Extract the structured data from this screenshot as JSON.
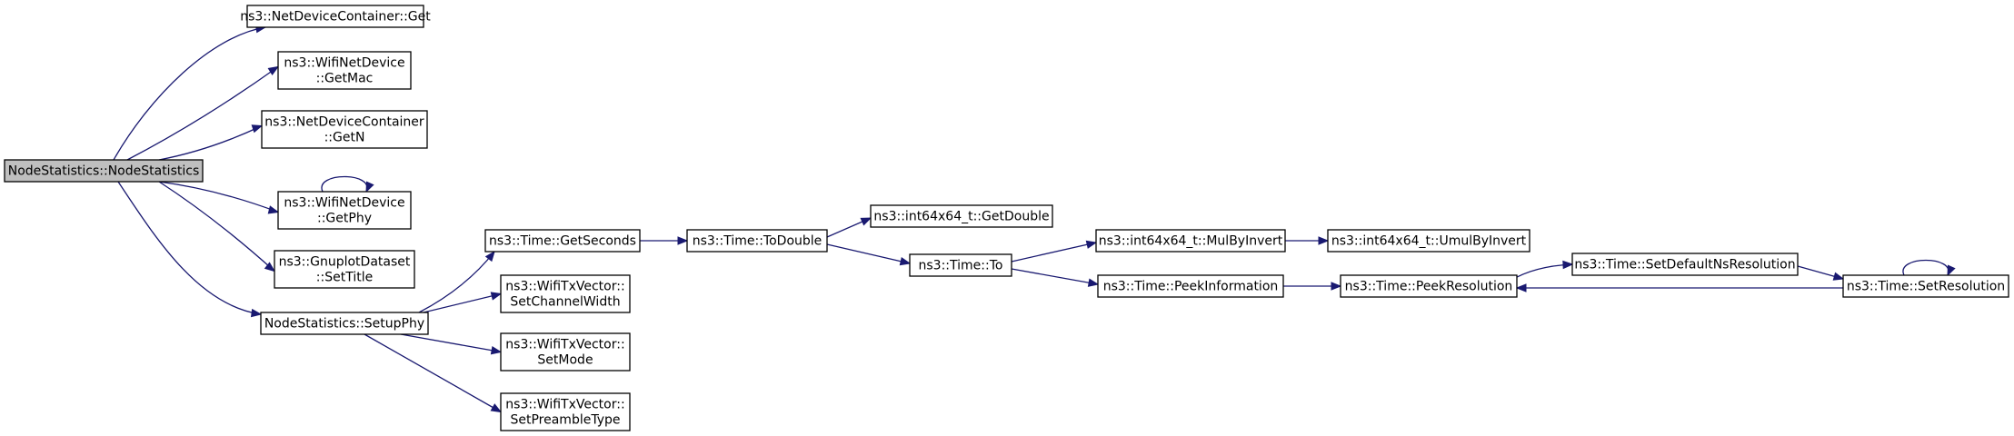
{
  "diagram": {
    "nodes": [
      {
        "id": "root",
        "lines": [
          "NodeStatistics::NodeStatistics"
        ],
        "root": true
      },
      {
        "id": "ndc_get",
        "lines": [
          "ns3::NetDeviceContainer::Get"
        ]
      },
      {
        "id": "wnd_getmac",
        "lines": [
          "ns3::WifiNetDevice",
          "::GetMac"
        ]
      },
      {
        "id": "ndc_getn",
        "lines": [
          "ns3::NetDeviceContainer",
          "::GetN"
        ]
      },
      {
        "id": "wnd_getphy",
        "lines": [
          "ns3::WifiNetDevice",
          "::GetPhy"
        ]
      },
      {
        "id": "gnuplot_settitle",
        "lines": [
          "ns3::GnuplotDataset",
          "::SetTitle"
        ]
      },
      {
        "id": "setupphy",
        "lines": [
          "NodeStatistics::SetupPhy"
        ]
      },
      {
        "id": "time_getseconds",
        "lines": [
          "ns3::Time::GetSeconds"
        ]
      },
      {
        "id": "txv_setchannelwidth",
        "lines": [
          "ns3::WifiTxVector::",
          "SetChannelWidth"
        ]
      },
      {
        "id": "txv_setmode",
        "lines": [
          "ns3::WifiTxVector::",
          "SetMode"
        ]
      },
      {
        "id": "txv_setpreambletype",
        "lines": [
          "ns3::WifiTxVector::",
          "SetPreambleType"
        ]
      },
      {
        "id": "time_todouble",
        "lines": [
          "ns3::Time::ToDouble"
        ]
      },
      {
        "id": "i64_getdouble",
        "lines": [
          "ns3::int64x64_t::GetDouble"
        ]
      },
      {
        "id": "time_to",
        "lines": [
          "ns3::Time::To"
        ]
      },
      {
        "id": "i64_mulbyinvert",
        "lines": [
          "ns3::int64x64_t::MulByInvert"
        ]
      },
      {
        "id": "time_peekinformation",
        "lines": [
          "ns3::Time::PeekInformation"
        ]
      },
      {
        "id": "i64_umulbyinvert",
        "lines": [
          "ns3::int64x64_t::UmulByInvert"
        ]
      },
      {
        "id": "time_peekresolution",
        "lines": [
          "ns3::Time::PeekResolution"
        ]
      },
      {
        "id": "time_setdefaultnsresolution",
        "lines": [
          "ns3::Time::SetDefaultNsResolution"
        ]
      },
      {
        "id": "time_setresolution",
        "lines": [
          "ns3::Time::SetResolution"
        ]
      }
    ],
    "edges": [
      {
        "from": "root",
        "to": "ndc_get"
      },
      {
        "from": "root",
        "to": "wnd_getmac"
      },
      {
        "from": "root",
        "to": "ndc_getn"
      },
      {
        "from": "root",
        "to": "wnd_getphy"
      },
      {
        "from": "root",
        "to": "gnuplot_settitle"
      },
      {
        "from": "root",
        "to": "setupphy"
      },
      {
        "from": "wnd_getphy",
        "to": "wnd_getphy"
      },
      {
        "from": "setupphy",
        "to": "time_getseconds"
      },
      {
        "from": "setupphy",
        "to": "txv_setchannelwidth"
      },
      {
        "from": "setupphy",
        "to": "txv_setmode"
      },
      {
        "from": "setupphy",
        "to": "txv_setpreambletype"
      },
      {
        "from": "time_getseconds",
        "to": "time_todouble"
      },
      {
        "from": "time_todouble",
        "to": "i64_getdouble"
      },
      {
        "from": "time_todouble",
        "to": "time_to"
      },
      {
        "from": "time_to",
        "to": "i64_mulbyinvert"
      },
      {
        "from": "time_to",
        "to": "time_peekinformation"
      },
      {
        "from": "i64_mulbyinvert",
        "to": "i64_umulbyinvert"
      },
      {
        "from": "time_peekinformation",
        "to": "time_peekresolution"
      },
      {
        "from": "time_peekresolution",
        "to": "time_setdefaultnsresolution"
      },
      {
        "from": "time_setdefaultnsresolution",
        "to": "time_setresolution"
      },
      {
        "from": "time_setresolution",
        "to": "time_peekresolution"
      },
      {
        "from": "time_setresolution",
        "to": "time_setresolution"
      }
    ],
    "colors": {
      "edge": "#191970",
      "root_fill": "#bfbfbf",
      "node_fill": "#ffffff",
      "border": "#000000"
    }
  }
}
